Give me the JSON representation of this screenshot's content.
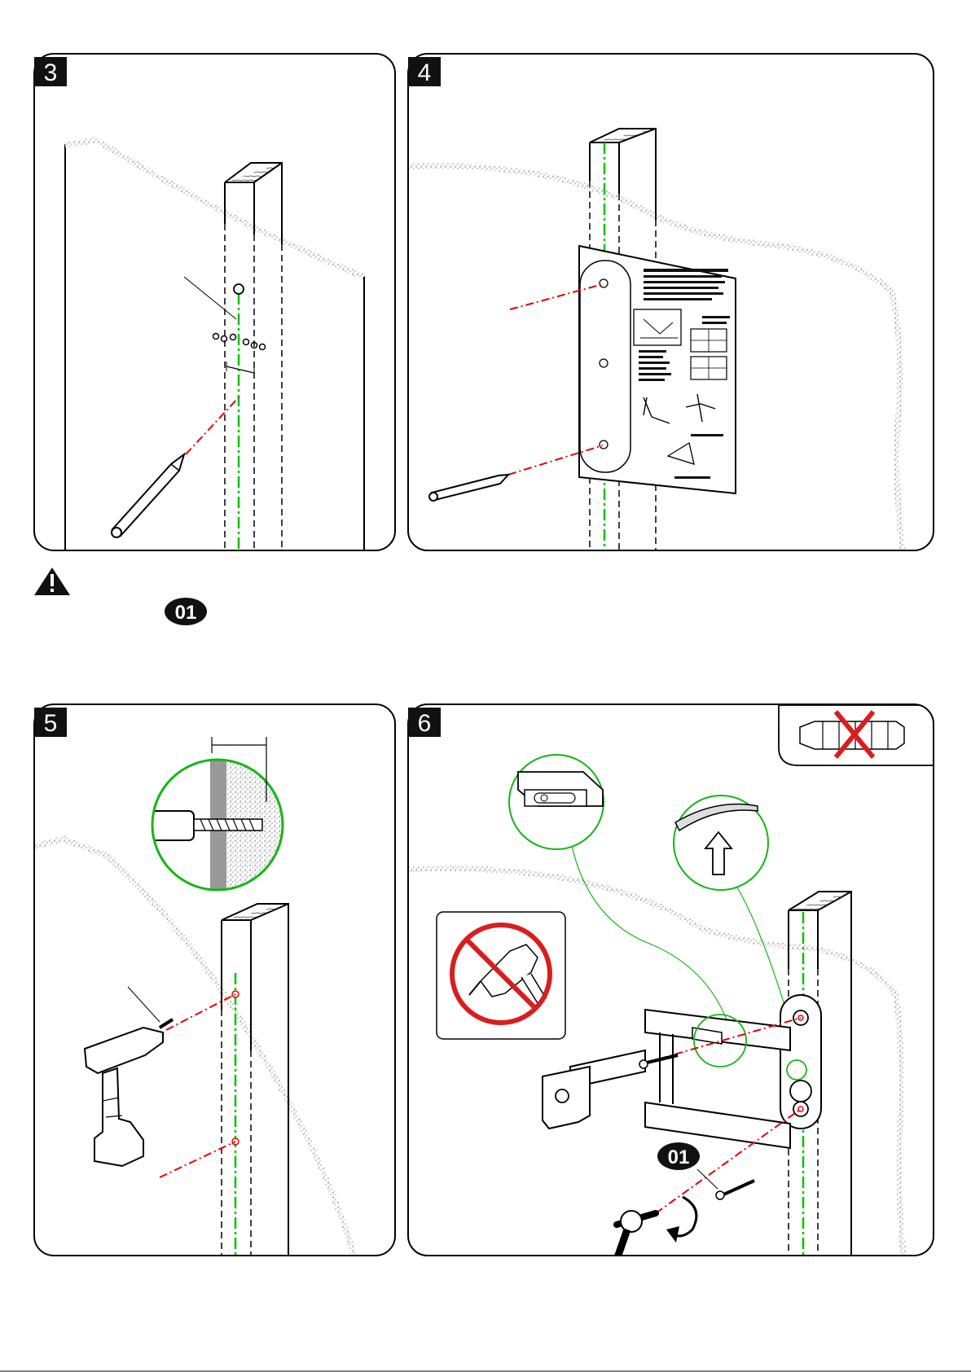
{
  "steps": [
    {
      "number": "3"
    },
    {
      "number": "4"
    },
    {
      "number": "5"
    },
    {
      "number": "6"
    }
  ],
  "warning": {
    "icon": "warning-triangle-icon",
    "part_label": "01"
  },
  "step6": {
    "part_label": "01"
  },
  "colors": {
    "ink": "#000000",
    "guide_green": "#00c400",
    "mark_red": "#e60000",
    "prohibit_red": "#d81e1e",
    "badge_bg": "#111111"
  }
}
